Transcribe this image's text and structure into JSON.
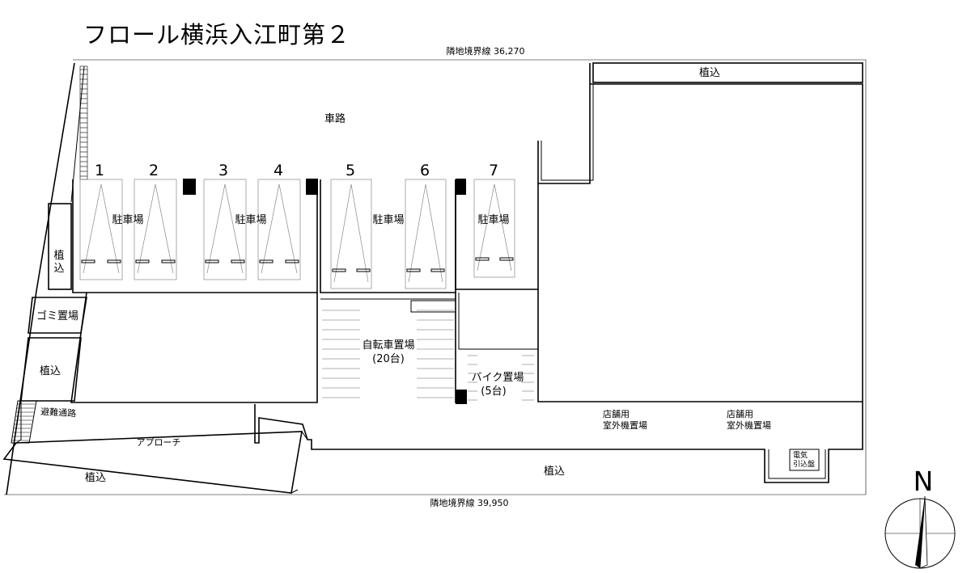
{
  "title": "フロール横浜入江町第２",
  "boundary": {
    "north": "隣地境界線 36,270",
    "south": "隣地境界線 39,950"
  },
  "areas": {
    "road": "車路",
    "parking": [
      "駐車場",
      "駐車場",
      "駐車場",
      "駐車場"
    ],
    "bicycle_name": "自転車置場",
    "bicycle_capacity": "(20台)",
    "bike_name": "バイク置場",
    "bike_capacity": "(5台)",
    "garbage": "ゴミ置場",
    "evacuation": "避難通路",
    "approach": "アプローチ",
    "planting_top": "植込",
    "planting_left_1": "植\n込",
    "planting_left_1_line1": "植",
    "planting_left_1_line2": "込",
    "planting_left_2": "植込",
    "planting_bottom_left": "植込",
    "planting_bottom": "植込",
    "store_unit_1_line1": "店舗用",
    "store_unit_1_line2": "室外機置場",
    "store_unit_2_line1": "店舗用",
    "store_unit_2_line2": "室外機置場",
    "electric_line1": "電気",
    "electric_line2": "引込盤"
  },
  "parking_numbers": [
    "1",
    "2",
    "3",
    "4",
    "5",
    "6",
    "7"
  ],
  "compass": {
    "label": "N"
  }
}
